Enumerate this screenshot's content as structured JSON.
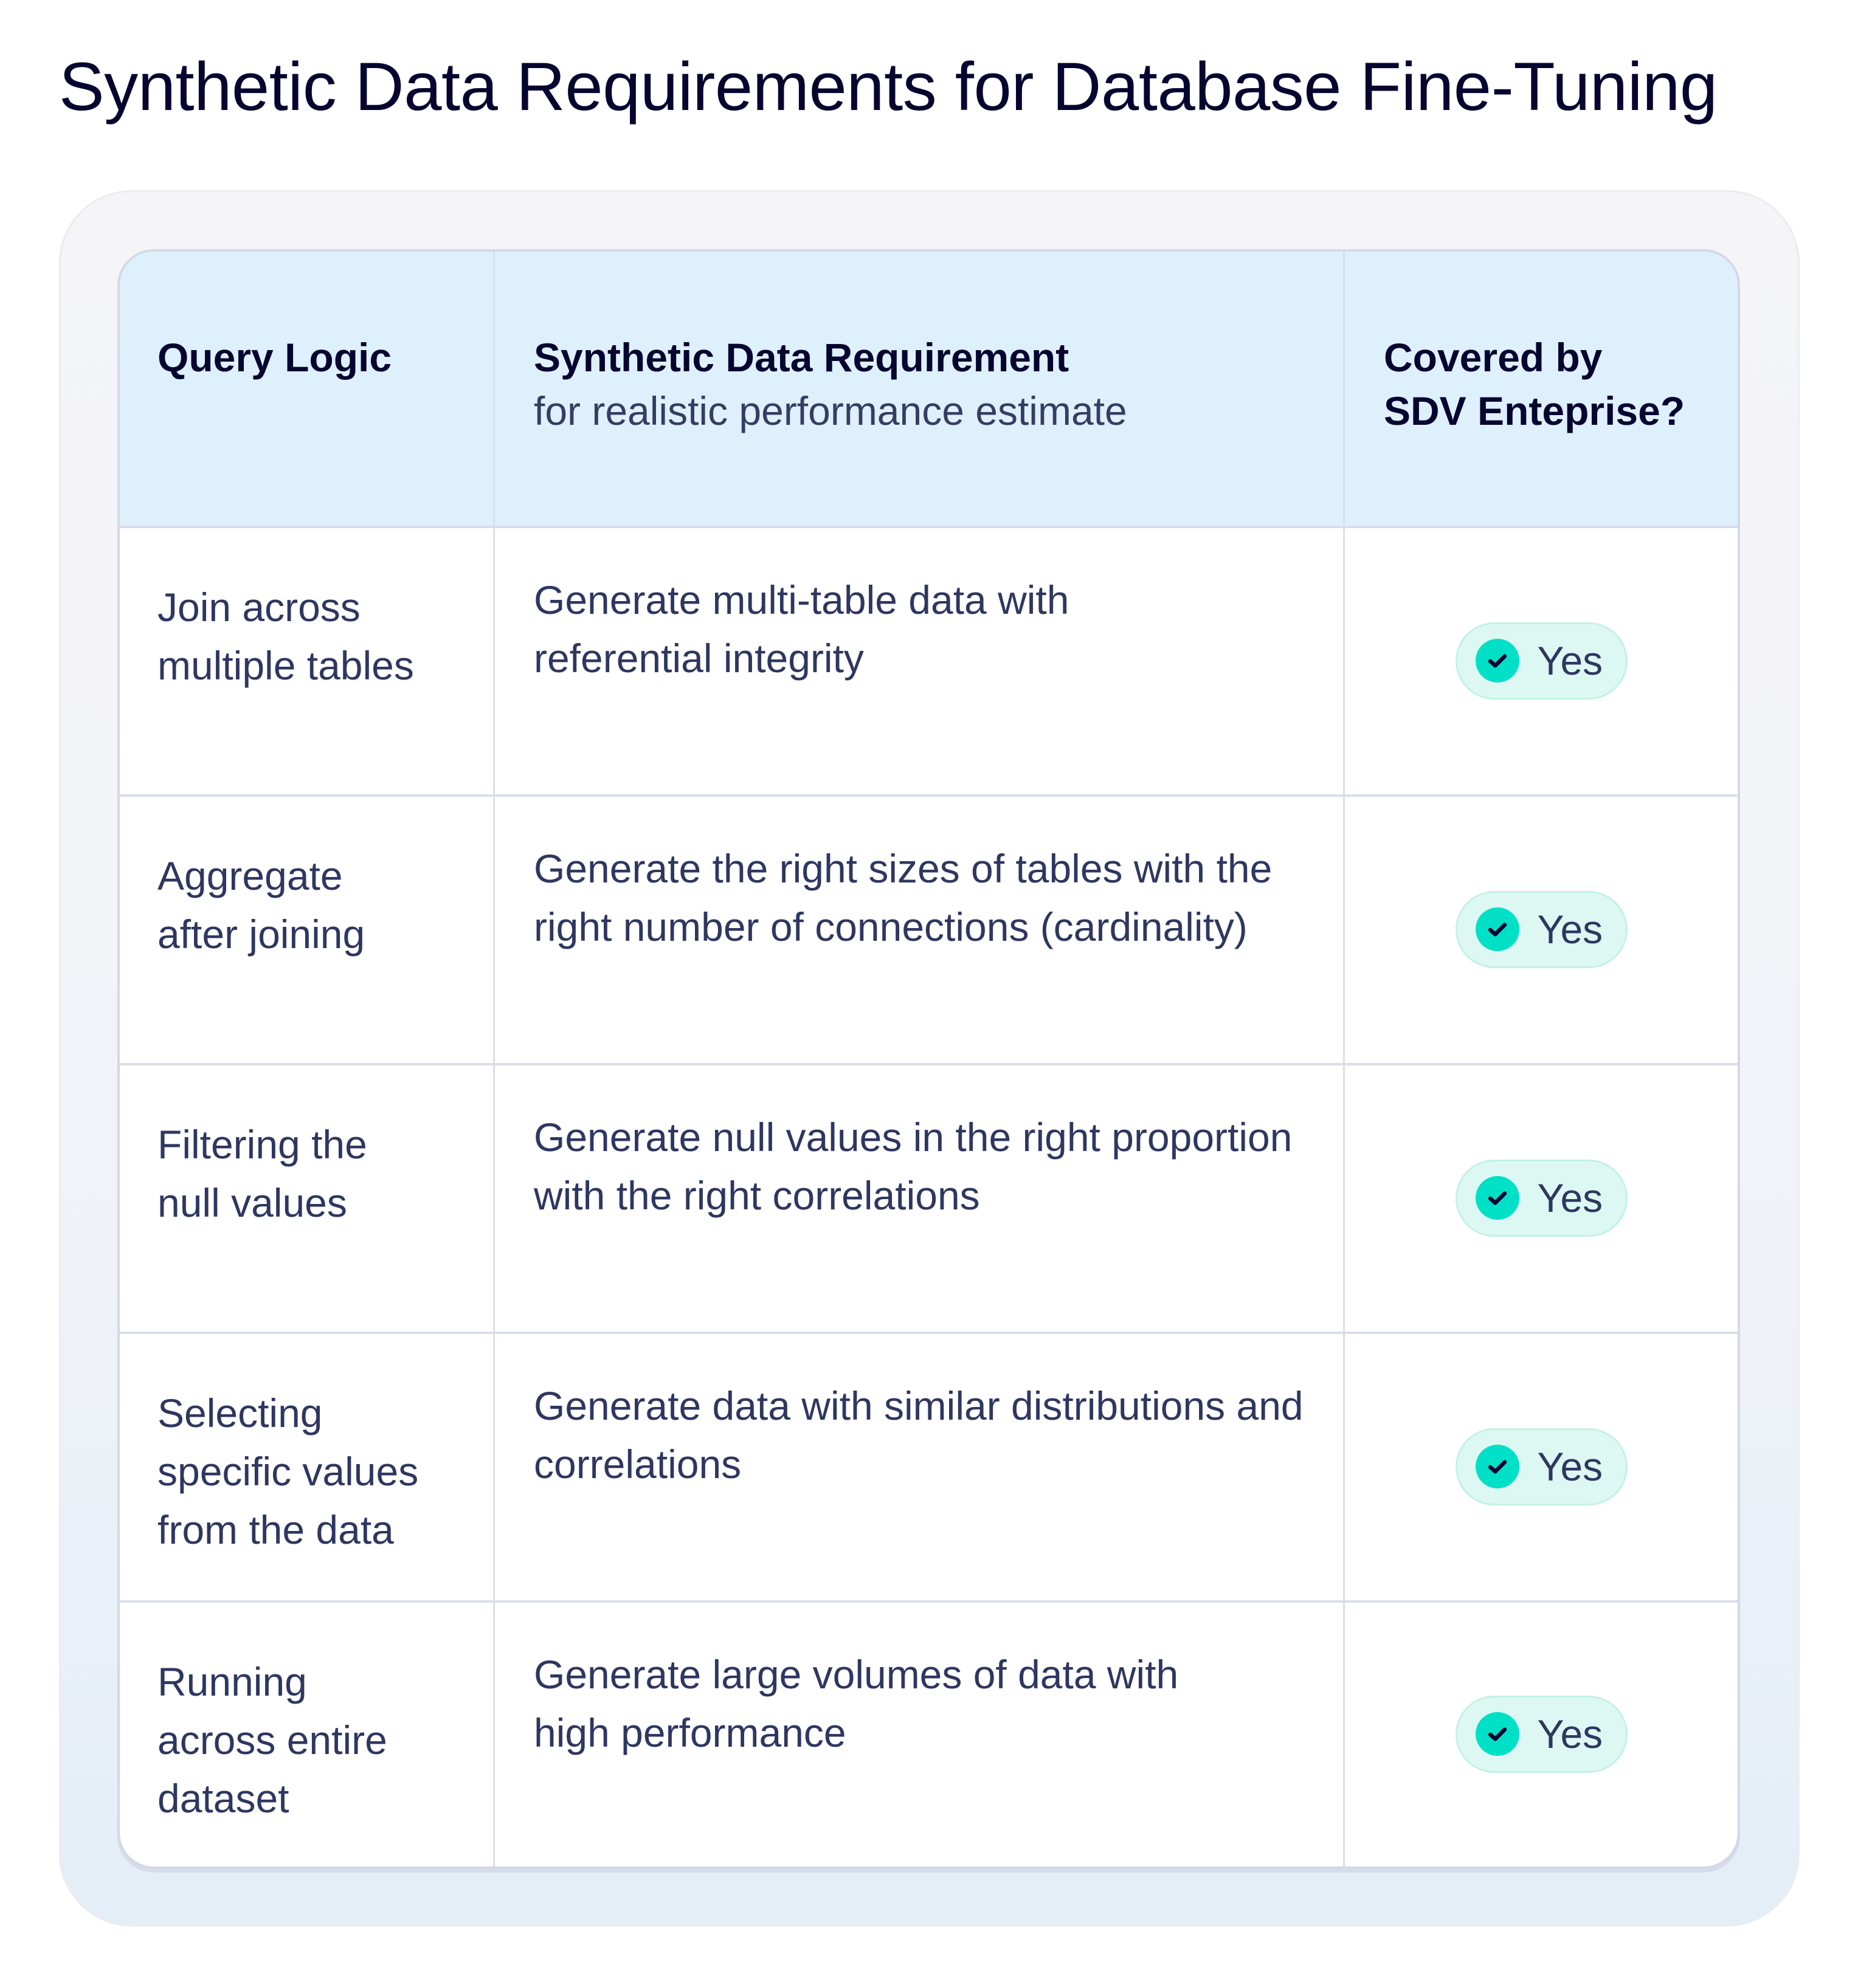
{
  "title": "Synthetic Data Requirements for Database Fine-Tuning",
  "colors": {
    "title": "#06052f",
    "header_bg": "#dff0fd",
    "body_text": "#2e3761",
    "pill_bg": "#ddf8f3",
    "check_accent": "#00e0c7"
  },
  "table": {
    "headers": {
      "query_logic": "Query Logic",
      "requirement": "Synthetic Data Requirement",
      "requirement_sub": "for realistic performance estimate",
      "covered_line1": "Covered by",
      "covered_line2": "SDV Enteprise?"
    },
    "rows": [
      {
        "query_logic": "Join across\nmultiple tables",
        "requirement": "Generate multi-table data with referential integrity",
        "covered": "Yes",
        "icon": "check-circle-icon"
      },
      {
        "query_logic": "Aggregate\nafter joining",
        "requirement": "Generate the right sizes of tables with the right number of connections (cardinality)",
        "covered": "Yes",
        "icon": "check-circle-icon"
      },
      {
        "query_logic": "Filtering the\nnull values",
        "requirement": "Generate null values in the right proportion with the right correlations",
        "covered": "Yes",
        "icon": "check-circle-icon"
      },
      {
        "query_logic": "Selecting\nspecific values\nfrom the data",
        "requirement": "Generate data with similar distributions and correlations",
        "covered": "Yes",
        "icon": "check-circle-icon"
      },
      {
        "query_logic": "Running\nacross entire\ndataset",
        "requirement": "Generate large volumes of data with high performance",
        "covered": "Yes",
        "icon": "check-circle-icon"
      }
    ]
  }
}
